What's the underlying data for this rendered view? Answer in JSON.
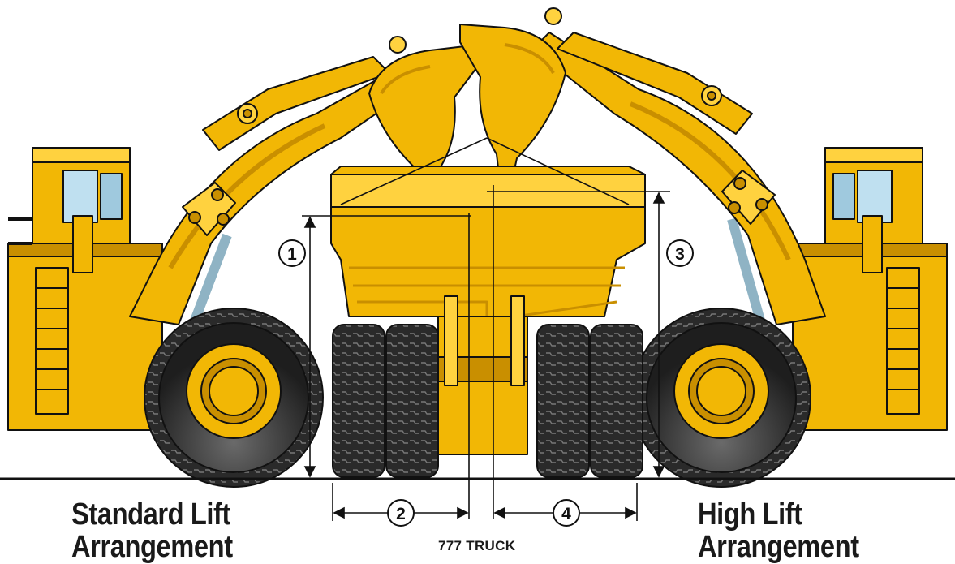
{
  "callouts": [
    {
      "id": "1",
      "label": "1"
    },
    {
      "id": "2",
      "label": "2"
    },
    {
      "id": "3",
      "label": "3"
    },
    {
      "id": "4",
      "label": "4"
    }
  ],
  "captions": {
    "standard_line1": "Standard Lift",
    "standard_line2": "Arrangement",
    "high_line1": "High Lift",
    "high_line2": "Arrangement",
    "truck": "777 TRUCK"
  },
  "colors": {
    "machine_yellow": "#F2B705",
    "machine_shadow": "#C98F00",
    "machine_light": "#FFD23F",
    "tire": "#2b2b2b",
    "glass": "#BFE0F0",
    "outline": "#111111"
  }
}
